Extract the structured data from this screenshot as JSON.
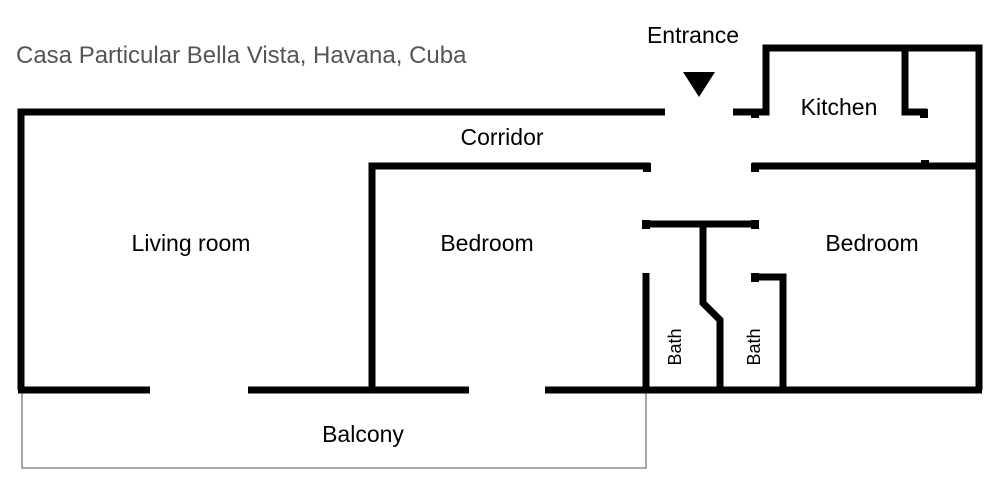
{
  "title": "Casa Particular Bella Vista, Havana, Cuba",
  "entrance": {
    "label": "Entrance",
    "icon": "arrow-down-triangle-icon"
  },
  "rooms": {
    "corridor": "Corridor",
    "kitchen": "Kitchen",
    "living_room": "Living room",
    "bedroom_1": "Bedroom",
    "bedroom_2": "Bedroom",
    "bath_1": "Bath",
    "bath_2": "Bath",
    "balcony": "Balcony"
  },
  "colors": {
    "wall": "#000000",
    "title": "#555555",
    "balcony_outline": "#777777",
    "background": "#ffffff"
  }
}
